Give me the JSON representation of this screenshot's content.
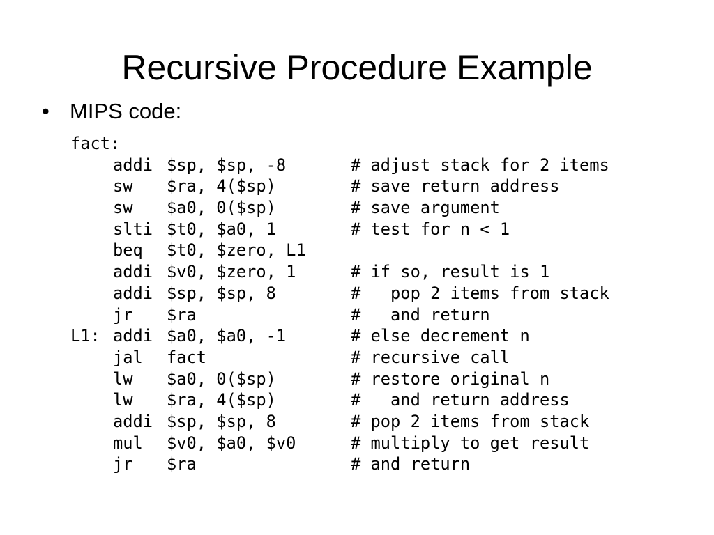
{
  "slide": {
    "title": "Recursive Procedure Example",
    "bullet": {
      "symbol": "•",
      "text": "MIPS code:"
    }
  },
  "code": {
    "header_label": "fact:",
    "lines": [
      {
        "label": "",
        "op": "addi",
        "args": "$sp, $sp, -8",
        "comment": "# adjust stack for 2 items"
      },
      {
        "label": "",
        "op": "sw",
        "args": "$ra, 4($sp)",
        "comment": "# save return address"
      },
      {
        "label": "",
        "op": "sw",
        "args": "$a0, 0($sp)",
        "comment": "# save argument"
      },
      {
        "label": "",
        "op": "slti",
        "args": "$t0, $a0, 1",
        "comment": "# test for n < 1"
      },
      {
        "label": "",
        "op": "beq",
        "args": "$t0, $zero, L1",
        "comment": ""
      },
      {
        "label": "",
        "op": "addi",
        "args": "$v0, $zero, 1",
        "comment": "# if so, result is 1"
      },
      {
        "label": "",
        "op": "addi",
        "args": "$sp, $sp, 8",
        "comment": "#   pop 2 items from stack"
      },
      {
        "label": "",
        "op": "jr",
        "args": "$ra",
        "comment": "#   and return"
      },
      {
        "label": "L1:",
        "op": "addi",
        "args": "$a0, $a0, -1",
        "comment": "# else decrement n"
      },
      {
        "label": "",
        "op": "jal",
        "args": "fact",
        "comment": "# recursive call"
      },
      {
        "label": "",
        "op": "lw",
        "args": "$a0, 0($sp)",
        "comment": "# restore original n"
      },
      {
        "label": "",
        "op": "lw",
        "args": "$ra, 4($sp)",
        "comment": "#   and return address"
      },
      {
        "label": "",
        "op": "addi",
        "args": "$sp, $sp, 8",
        "comment": "# pop 2 items from stack"
      },
      {
        "label": "",
        "op": "mul",
        "args": "$v0, $a0, $v0",
        "comment": "# multiply to get result"
      },
      {
        "label": "",
        "op": "jr",
        "args": "$ra",
        "comment": "# and return"
      }
    ]
  }
}
